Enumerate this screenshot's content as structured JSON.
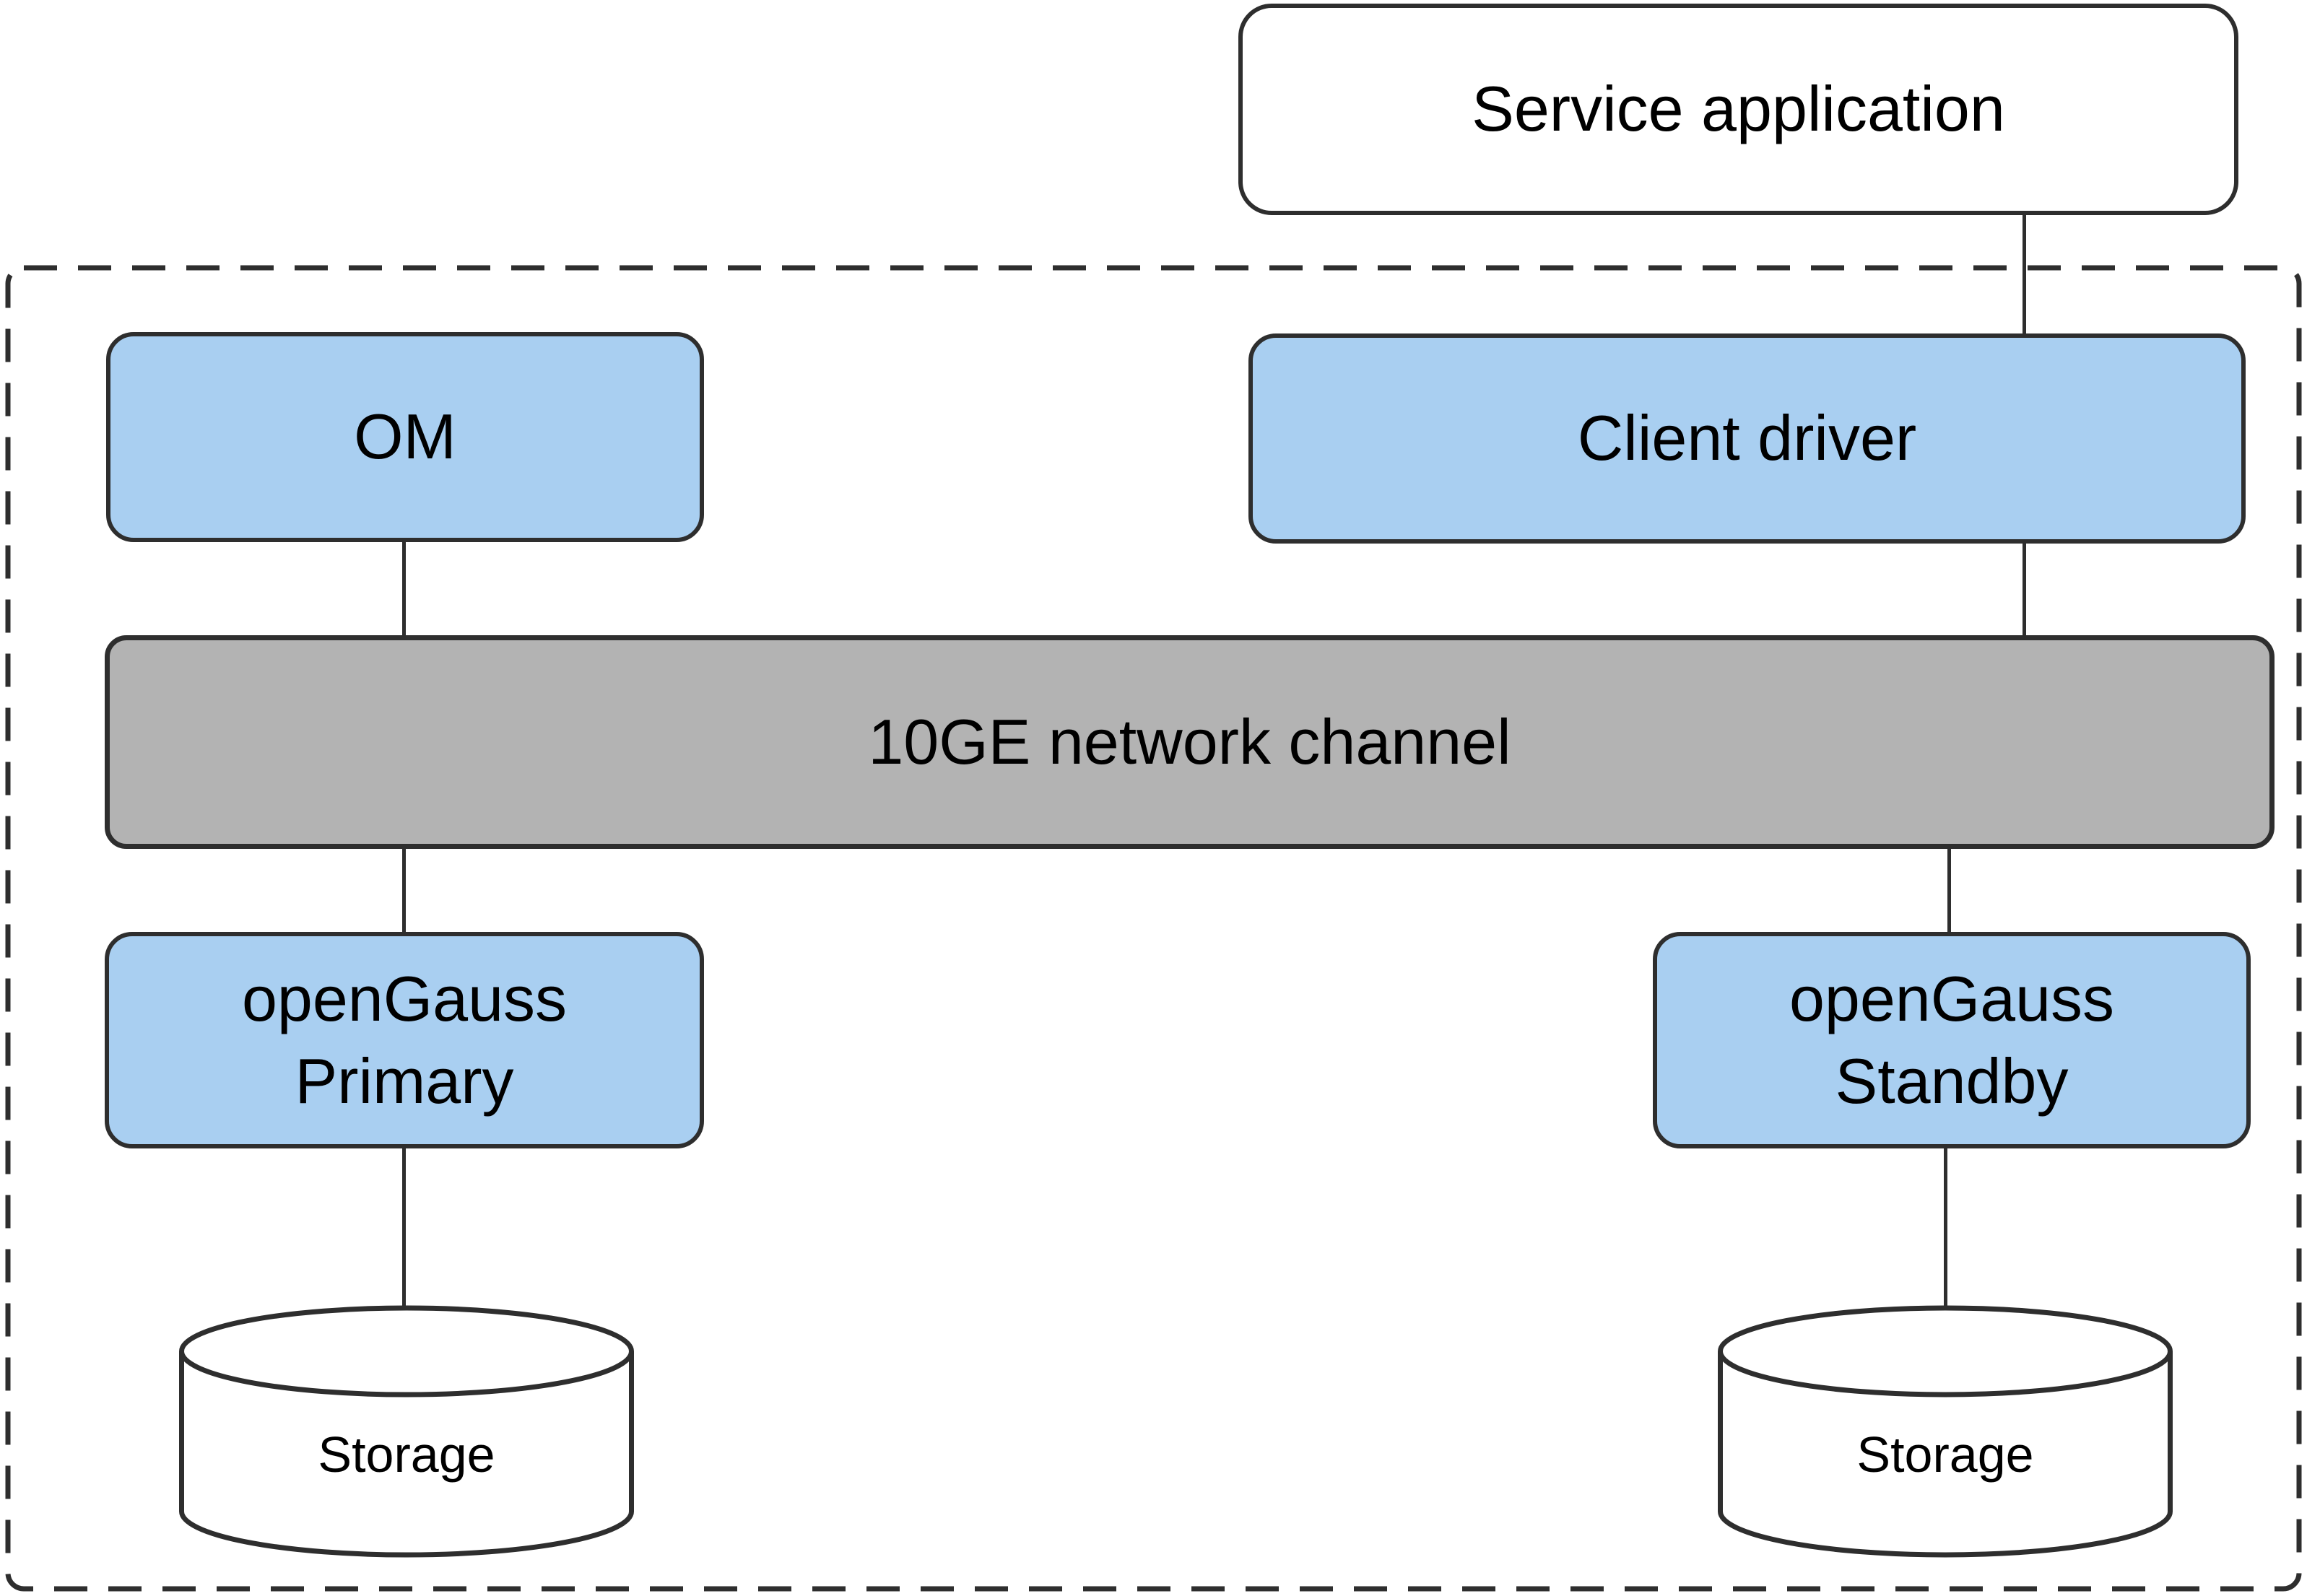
{
  "diagram": {
    "external": {
      "service_application": {
        "label": "Service application"
      }
    },
    "cluster": {
      "om": {
        "label": "OM"
      },
      "client_driver": {
        "label": "Client driver"
      },
      "network_channel": {
        "label": "10GE network channel"
      },
      "opengauss_primary": {
        "line1": "openGauss",
        "line2": "Primary"
      },
      "opengauss_standby": {
        "line1": "openGauss",
        "line2": "Standby"
      },
      "storage_left": {
        "label": "Storage"
      },
      "storage_right": {
        "label": "Storage"
      }
    },
    "colors": {
      "node_fill_blue": "#A9CFF1",
      "channel_fill_gray": "#B3B3B3",
      "outline_dark": "#2E2E2E",
      "background": "#FFFFFF",
      "text": "#000000"
    }
  }
}
